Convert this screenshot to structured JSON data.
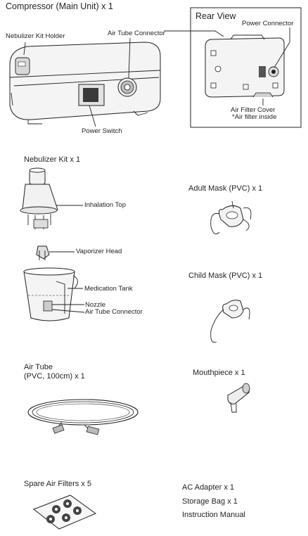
{
  "compressor": {
    "title": "Compressor (Main Unit) x 1",
    "nebulizer_kit_holder": "Nebulizer Kit Holder",
    "air_tube_connector": "Air Tube Connector",
    "power_switch": "Power Switch"
  },
  "rear_view": {
    "title": "Rear View",
    "power_connector": "Power Connector",
    "air_filter_cover": "Air Filter Cover",
    "air_filter_note": "*Air filter inside"
  },
  "nebulizer_kit": {
    "title": "Nebulizer Kit x 1",
    "inhalation_top": "Inhalation Top",
    "vaporizer_head": "Vaporizer Head",
    "medication_tank": "Medication Tank",
    "nozzle": "Nozzle",
    "air_tube_connector": "Air Tube Connector"
  },
  "adult_mask": {
    "title": "Adult Mask (PVC) x 1"
  },
  "child_mask": {
    "title": "Child Mask (PVC) x 1"
  },
  "air_tube": {
    "title_line1": "Air Tube",
    "title_line2": "(PVC, 100cm) x 1"
  },
  "mouthpiece": {
    "title": "Mouthpiece x 1"
  },
  "spare_filters": {
    "title": "Spare Air Filters x 5"
  },
  "accessories": {
    "ac_adapter": "AC Adapter x 1",
    "storage_bag": "Storage Bag x 1",
    "instruction_manual": "Instruction Manual"
  }
}
